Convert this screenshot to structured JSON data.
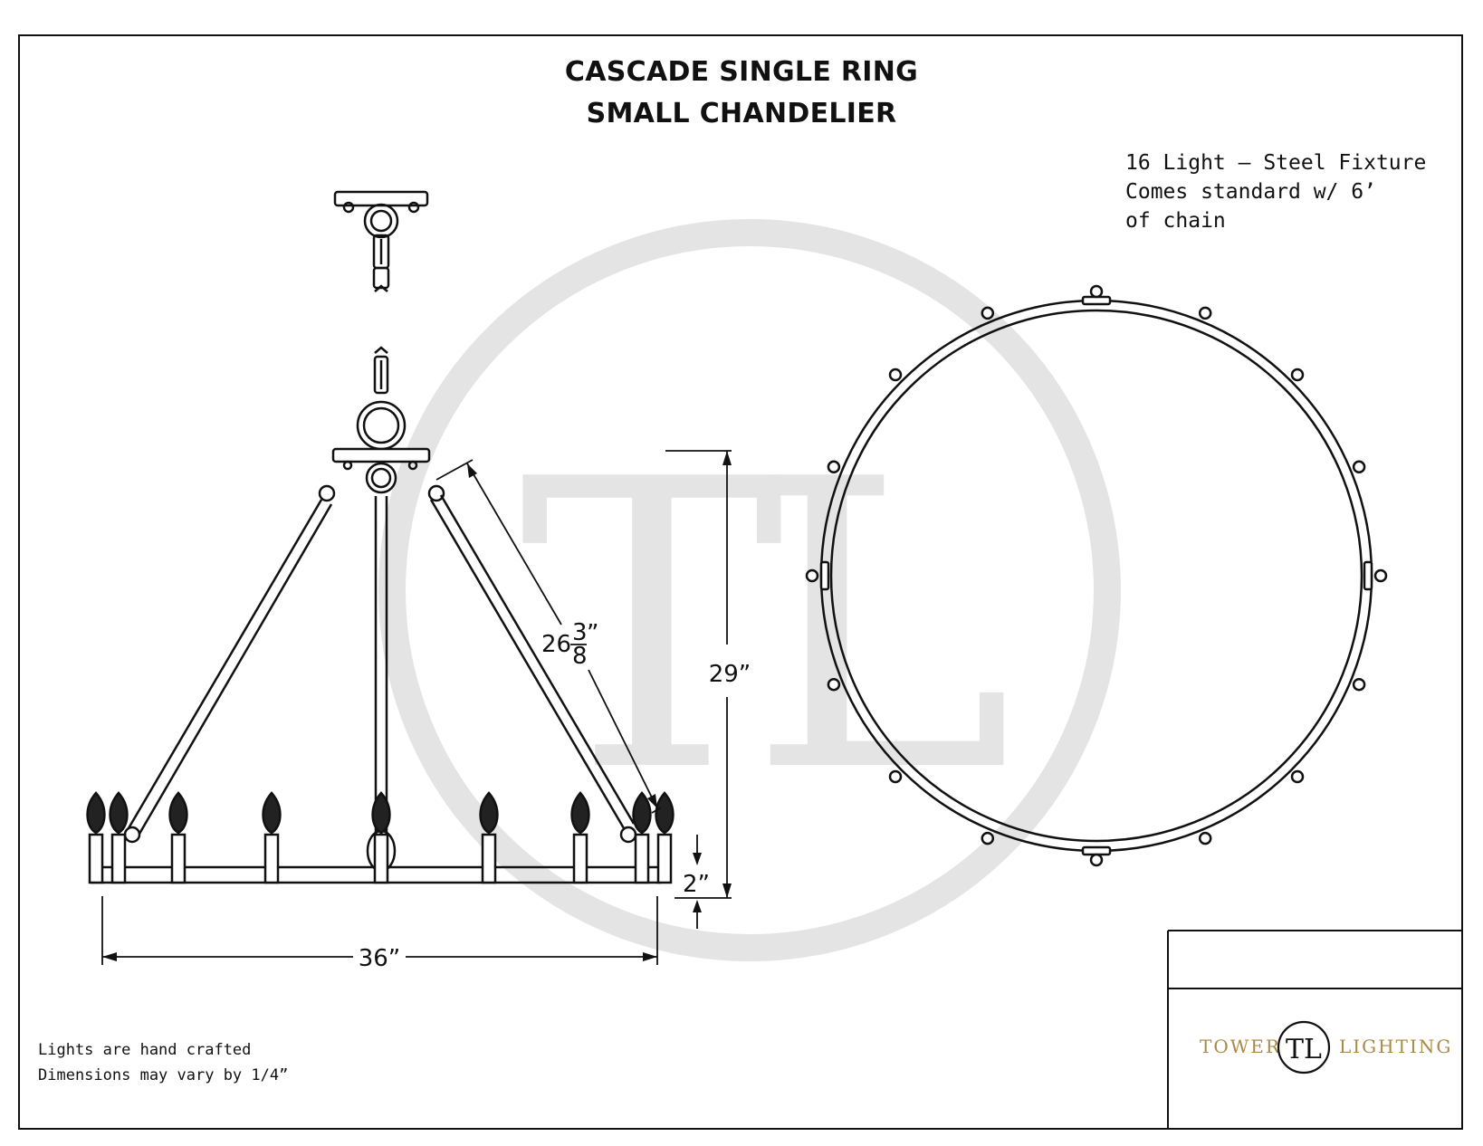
{
  "title": {
    "line1": "CASCADE SINGLE RING",
    "line2": "SMALL CHANDELIER"
  },
  "specs": {
    "line1": "16 Light – Steel Fixture",
    "line2": "Comes standard w/ 6’",
    "line3": "of chain"
  },
  "dimensions": {
    "arm_length": "26",
    "arm_fraction_num": "3",
    "arm_fraction_den": "8",
    "arm_inch_mark": "”",
    "height": "29”",
    "ring_height": "2”",
    "width": "36”"
  },
  "notes": {
    "line1": "Lights are hand crafted",
    "line2": "Dimensions may vary by 1/4”"
  },
  "logo": {
    "left_word": "TOWER",
    "monogram": "TL",
    "right_word": "LIGHTING",
    "gold": "#a98a45"
  },
  "watermark": {
    "text": "TL",
    "color": "#e4e4e4"
  }
}
